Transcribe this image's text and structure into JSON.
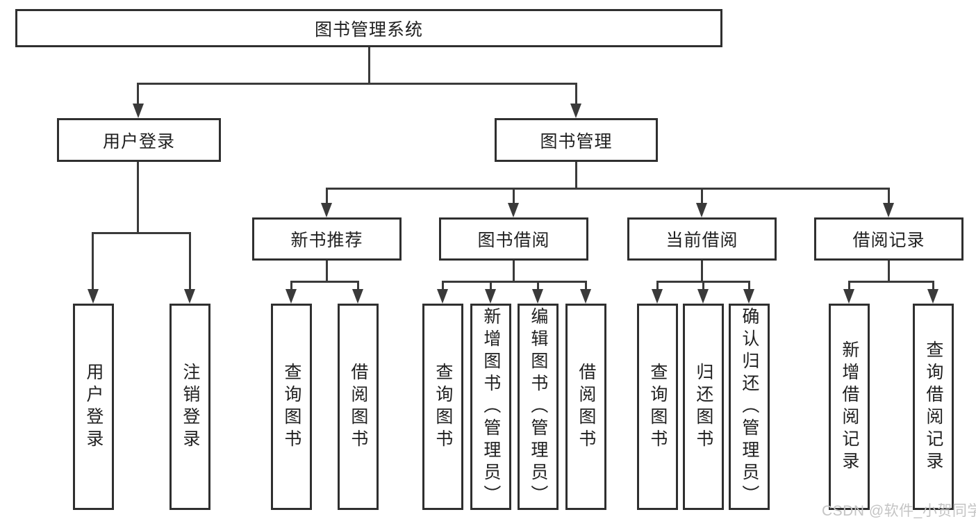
{
  "tree": {
    "root": {
      "label": "图书管理系统",
      "children": [
        {
          "label": "用户登录",
          "children": [
            {
              "label": "用户登录"
            },
            {
              "label": "注销登录"
            }
          ]
        },
        {
          "label": "图书管理",
          "children": [
            {
              "label": "新书推荐",
              "children": [
                {
                  "label": "查询图书"
                },
                {
                  "label": "借阅图书"
                }
              ]
            },
            {
              "label": "图书借阅",
              "children": [
                {
                  "label": "查询图书"
                },
                {
                  "label": "新增图书（管理员）"
                },
                {
                  "label": "编辑图书（管理员）"
                },
                {
                  "label": "借阅图书"
                }
              ]
            },
            {
              "label": "当前借阅",
              "children": [
                {
                  "label": "查询图书"
                },
                {
                  "label": "归还图书"
                },
                {
                  "label": "确认归还（管理员）"
                }
              ]
            },
            {
              "label": "借阅记录",
              "children": [
                {
                  "label": "新增借阅记录"
                },
                {
                  "label": "查询借阅记录"
                }
              ]
            }
          ]
        }
      ]
    }
  },
  "watermark": {
    "text": "CSDN @软件_小贺同学"
  },
  "colors": {
    "line": "#3a3a3a",
    "box_border": "#2f2f2f",
    "text": "#1f1f1f",
    "background": "#ffffff",
    "watermark_color": "#c4c4c4"
  }
}
